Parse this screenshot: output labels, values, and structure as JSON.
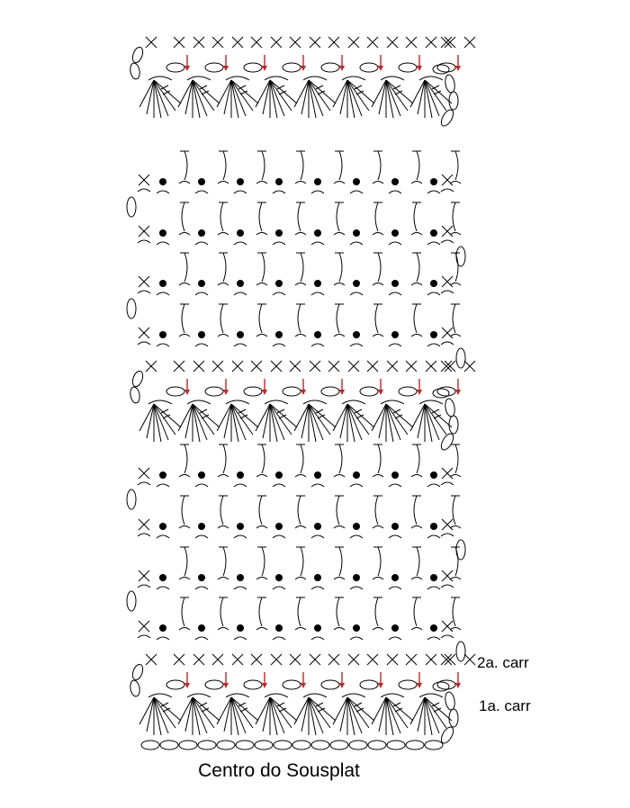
{
  "diagram": {
    "title": "Centro do Sousplat",
    "row_labels": {
      "second_row": "2a. carr",
      "first_row": "1a. carr"
    },
    "repeats_per_row": 8,
    "colors": {
      "stitch": "#000000",
      "arrow": "#d21f1f",
      "background": "#ffffff"
    },
    "symbols": {
      "chain": "chain-icon",
      "single_crochet": "cross-icon",
      "slip_stitch": "dot-icon",
      "double_crochet": "bracket-icon",
      "insertion_arrow": "arrow-down-icon"
    },
    "rows": [
      "shell-row",
      "bar-row",
      "bar-row",
      "bar-row",
      "bar-row",
      "shell-row",
      "bar-row",
      "bar-row",
      "bar-row",
      "bar-row",
      "shell-row-with-foundation-chain"
    ]
  }
}
